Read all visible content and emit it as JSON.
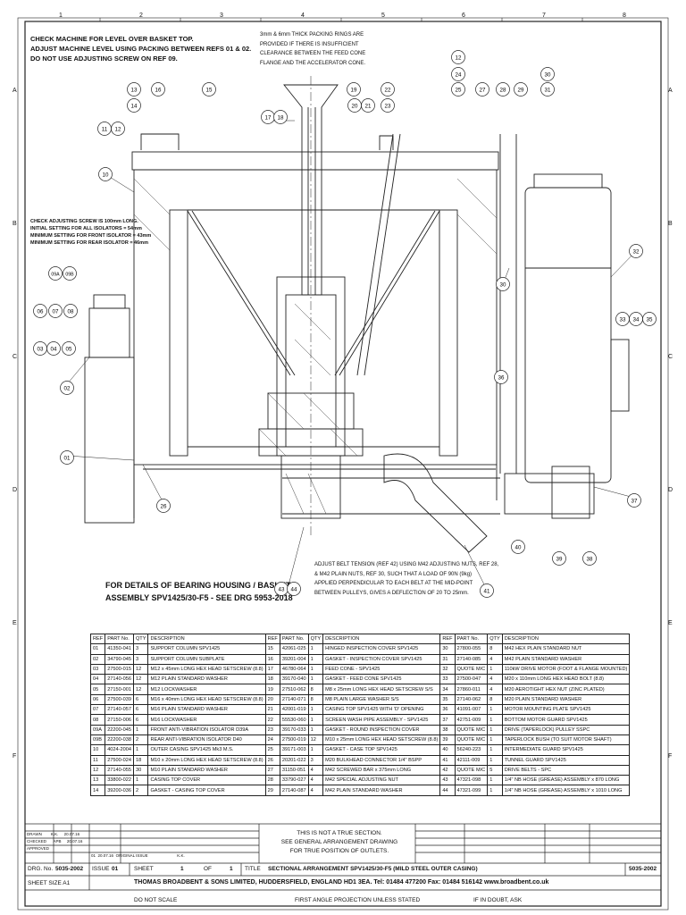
{
  "grid": {
    "columns": [
      "1",
      "2",
      "3",
      "4",
      "5",
      "6",
      "7",
      "8"
    ],
    "rows": [
      "A",
      "B",
      "C",
      "D",
      "E",
      "F"
    ]
  },
  "notes": {
    "level": [
      "CHECK MACHINE FOR LEVEL OVER BASKET TOP.",
      "ADJUST MACHINE LEVEL USING PACKING BETWEEN REFS 01 & 02.",
      "DO NOT USE ADJUSTING SCREW ON REF 09."
    ],
    "packing": [
      "3mm & 6mm THICK PACKING RINGS ARE",
      "PROVIDED IF THERE IS INSUFFICIENT",
      "CLEARANCE BETWEEN THE FEED CONE",
      "FLANGE AND THE ACCELERATOR CONE."
    ],
    "adjusting": [
      "CHECK ADJUSTING SCREW IS 100mm LONG.",
      "INITIAL SETTING FOR ALL ISOLATORS = 54mm",
      "MINIMUM SETTING FOR FRONT ISOLATOR = 43mm",
      "MINIMUM SETTING FOR REAR ISOLATOR = 46mm"
    ],
    "bearing": [
      "FOR DETAILS OF BEARING HOUSING / BASKET",
      "ASSEMBLY SPV1425/30-F5 - SEE DRG 5953-2018"
    ],
    "belt": [
      "ADJUST BELT TENSION (REF 42) USING M42 ADJUSTING NUTS, REF 28,",
      "& M42 PLAIN NUTS, REF 30, SUCH THAT A LOAD OF 90N (9kg)",
      "APPLIED PERPENDICULAR TO EACH BELT AT THE MID-POINT",
      "BETWEEN PULLEYS, GIVES A DEFLECTION OF 20 TO 25mm."
    ]
  },
  "balloons": [
    "01",
    "02",
    "03",
    "04",
    "05",
    "06",
    "07",
    "08",
    "09A",
    "09B",
    "10",
    "11",
    "12",
    "13",
    "14",
    "15",
    "16",
    "17",
    "18",
    "19",
    "20",
    "21",
    "22",
    "23",
    "24",
    "25",
    "26",
    "27",
    "28",
    "29",
    "30",
    "31",
    "32",
    "33",
    "34",
    "35",
    "36",
    "37",
    "38",
    "39",
    "40",
    "41",
    "43",
    "44"
  ],
  "table_headers": [
    "REF",
    "PART No.",
    "QTY",
    "DESCRIPTION"
  ],
  "parts": [
    [
      [
        "01",
        "41350-041",
        "3",
        "SUPPORT COLUMN SPV1425"
      ],
      [
        "15",
        "42061-025",
        "1",
        "HINGED INSPECTION COVER SPV1425"
      ],
      [
        "30",
        "27800-055",
        "8",
        "M42 HEX PLAIN STANDARD NUT"
      ]
    ],
    [
      [
        "02",
        "34790-045",
        "3",
        "SUPPORT COLUMN SUBPLATE"
      ],
      [
        "16",
        "39201-004",
        "1",
        "GASKET - INSPECTION COVER SPV1425"
      ],
      [
        "31",
        "27140-085",
        "4",
        "M42 PLAIN STANDARD WASHER"
      ]
    ],
    [
      [
        "03",
        "27500-015",
        "12",
        "M12 x 45mm LONG HEX HEAD SETSCREW (8.8)"
      ],
      [
        "17",
        "46780-064",
        "1",
        "FEED CONE - SPV1425"
      ],
      [
        "32",
        "QUOTE M/C",
        "1",
        "110kW DRIVE MOTOR (FOOT & FLANGE MOUNTED)"
      ]
    ],
    [
      [
        "04",
        "27140-056",
        "12",
        "M12 PLAIN STANDARD WASHER"
      ],
      [
        "18",
        "39170-040",
        "1",
        "GASKET - FEED CONE SPV1425"
      ],
      [
        "33",
        "27500-047",
        "4",
        "M20 x 110mm LONG HEX HEAD BOLT (8.8)"
      ]
    ],
    [
      [
        "05",
        "27150-001",
        "12",
        "M12 LOCKWASHER"
      ],
      [
        "19",
        "27510-062",
        "8",
        "M8 x 25mm LONG HEX HEAD SETSCREW S/S"
      ],
      [
        "34",
        "27860-011",
        "4",
        "M20 AEROTIGHT HEX NUT (ZINC PLATED)"
      ]
    ],
    [
      [
        "06",
        "27500-039",
        "6",
        "M16 x 40mm LONG HEX HEAD SETSCREW (8.8)"
      ],
      [
        "20",
        "27140-071",
        "8",
        "M8 PLAIN LARGE WASHER S/S"
      ],
      [
        "35",
        "27140-062",
        "8",
        "M20 PLAIN STANDARD WASHER"
      ]
    ],
    [
      [
        "07",
        "27140-057",
        "6",
        "M16 PLAIN STANDARD WASHER"
      ],
      [
        "21",
        "42001-019",
        "1",
        "CASING TOP SPV1425 WITH 'D' OPENING"
      ],
      [
        "36",
        "41091-007",
        "1",
        "MOTOR MOUNTING PLATE SPV1425"
      ]
    ],
    [
      [
        "08",
        "27150-006",
        "6",
        "M16 LOCKWASHER"
      ],
      [
        "22",
        "55530-060",
        "1",
        "SCREEN WASH PIPE ASSEMBLY - SPV1425"
      ],
      [
        "37",
        "42751-009",
        "1",
        "BOTTOM MOTOR GUARD SPV1425"
      ]
    ],
    [
      [
        "09A",
        "22200-045",
        "1",
        "FRONT ANTI-VIBRATION ISOLATOR D39A"
      ],
      [
        "23",
        "39170-033",
        "1",
        "GASKET - ROUND INSPECTION COVER"
      ],
      [
        "38",
        "QUOTE M/C",
        "1",
        "DRIVE (TAPERLOCK) PULLEY SSPC"
      ]
    ],
    [
      [
        "09B",
        "22200-038",
        "2",
        "REAR ANTI-VIBRATION ISOLATOR D40"
      ],
      [
        "24",
        "27500-019",
        "12",
        "M10 x 25mm LONG HEX HEAD SETSCREW (8.8)"
      ],
      [
        "39",
        "QUOTE M/C",
        "1",
        "TAPERLOCK BUSH (TO SUIT MOTOR SHAFT)"
      ]
    ],
    [
      [
        "10",
        "4024-2004",
        "1",
        "OUTER CASING SPV1425 Mk3 M.S."
      ],
      [
        "25",
        "39171-003",
        "1",
        "GASKET - CASE TOP SPV1425"
      ],
      [
        "40",
        "56240-223",
        "1",
        "INTERMEDIATE GUARD SPV1425"
      ]
    ],
    [
      [
        "11",
        "27500-024",
        "18",
        "M10 x 20mm LONG HEX HEAD SETSCREW (8.8)"
      ],
      [
        "26",
        "20201-022",
        "3",
        "M20 BULKHEAD CONNECTOR 1/4\" BSPP"
      ],
      [
        "41",
        "42111-009",
        "1",
        "TUNNEL GUARD SPV1425"
      ]
    ],
    [
      [
        "12",
        "27140-055",
        "30",
        "M10 PLAIN STANDARD WASHER"
      ],
      [
        "27",
        "31150-051",
        "4",
        "M42 SCREWED BAR x 375mm LONG"
      ],
      [
        "42",
        "QUOTE M/C",
        "5",
        "DRIVE BELTS - SPC"
      ]
    ],
    [
      [
        "13",
        "33800-022",
        "1",
        "CASING TOP COVER"
      ],
      [
        "28",
        "33790-027",
        "4",
        "M42 SPECIAL ADJUSTING NUT"
      ],
      [
        "43",
        "47321-098",
        "1",
        "1/4\" NB HOSE (GREASE) ASSEMBLY x 870 LONG"
      ]
    ],
    [
      [
        "14",
        "39200-036",
        "2",
        "GASKET - CASING TOP COVER"
      ],
      [
        "29",
        "27140-087",
        "4",
        "M42 PLAIN STANDARD WASHER"
      ],
      [
        "44",
        "47321-099",
        "1",
        "1/4\" NB HOSE (GREASE) ASSEMBLY x 1010 LONG"
      ]
    ]
  ],
  "title_block": {
    "drg_no_label": "DRG. No.",
    "drg_no": "5035-2002",
    "issue_label": "ISSUE",
    "issue": "01",
    "sheet_label": "SHEET",
    "sheet": "1",
    "of_label": "OF",
    "of": "1",
    "title_label": "TITLE",
    "title": "SECTIONAL ARRANGEMENT SPV1425/30-F5 (MILD STEEL OUTER CASING)",
    "drg_no_right": "5035-2002",
    "sheet_size": "SHEET SIZE A1",
    "company": "THOMAS BROADBENT & SONS LIMITED, HUDDERSFIELD, ENGLAND HD1 3EA.  Tel: 01484 477200  Fax: 01484 516142  www.broadbent.co.uk",
    "do_not_scale": "DO NOT SCALE",
    "projection": "FIRST ANGLE PROJECTION UNLESS STATED",
    "if_in_doubt": "IF IN DOUBT, ASK",
    "section_note": [
      "THIS IS NOT A TRUE SECTION.",
      "SEE GENERAL ARRANGEMENT DRAWING",
      "FOR TRUE POSITION OF OUTLETS."
    ],
    "approvals": [
      [
        "DRAWN",
        "K.K.",
        "20.07.16"
      ],
      [
        "CHECKED",
        "APB",
        "20.07.16"
      ],
      [
        "APPROVED",
        "",
        ""
      ]
    ],
    "revision": [
      "01",
      "20.07.16",
      "ORIGINAL ISSUE",
      "K.K."
    ]
  }
}
